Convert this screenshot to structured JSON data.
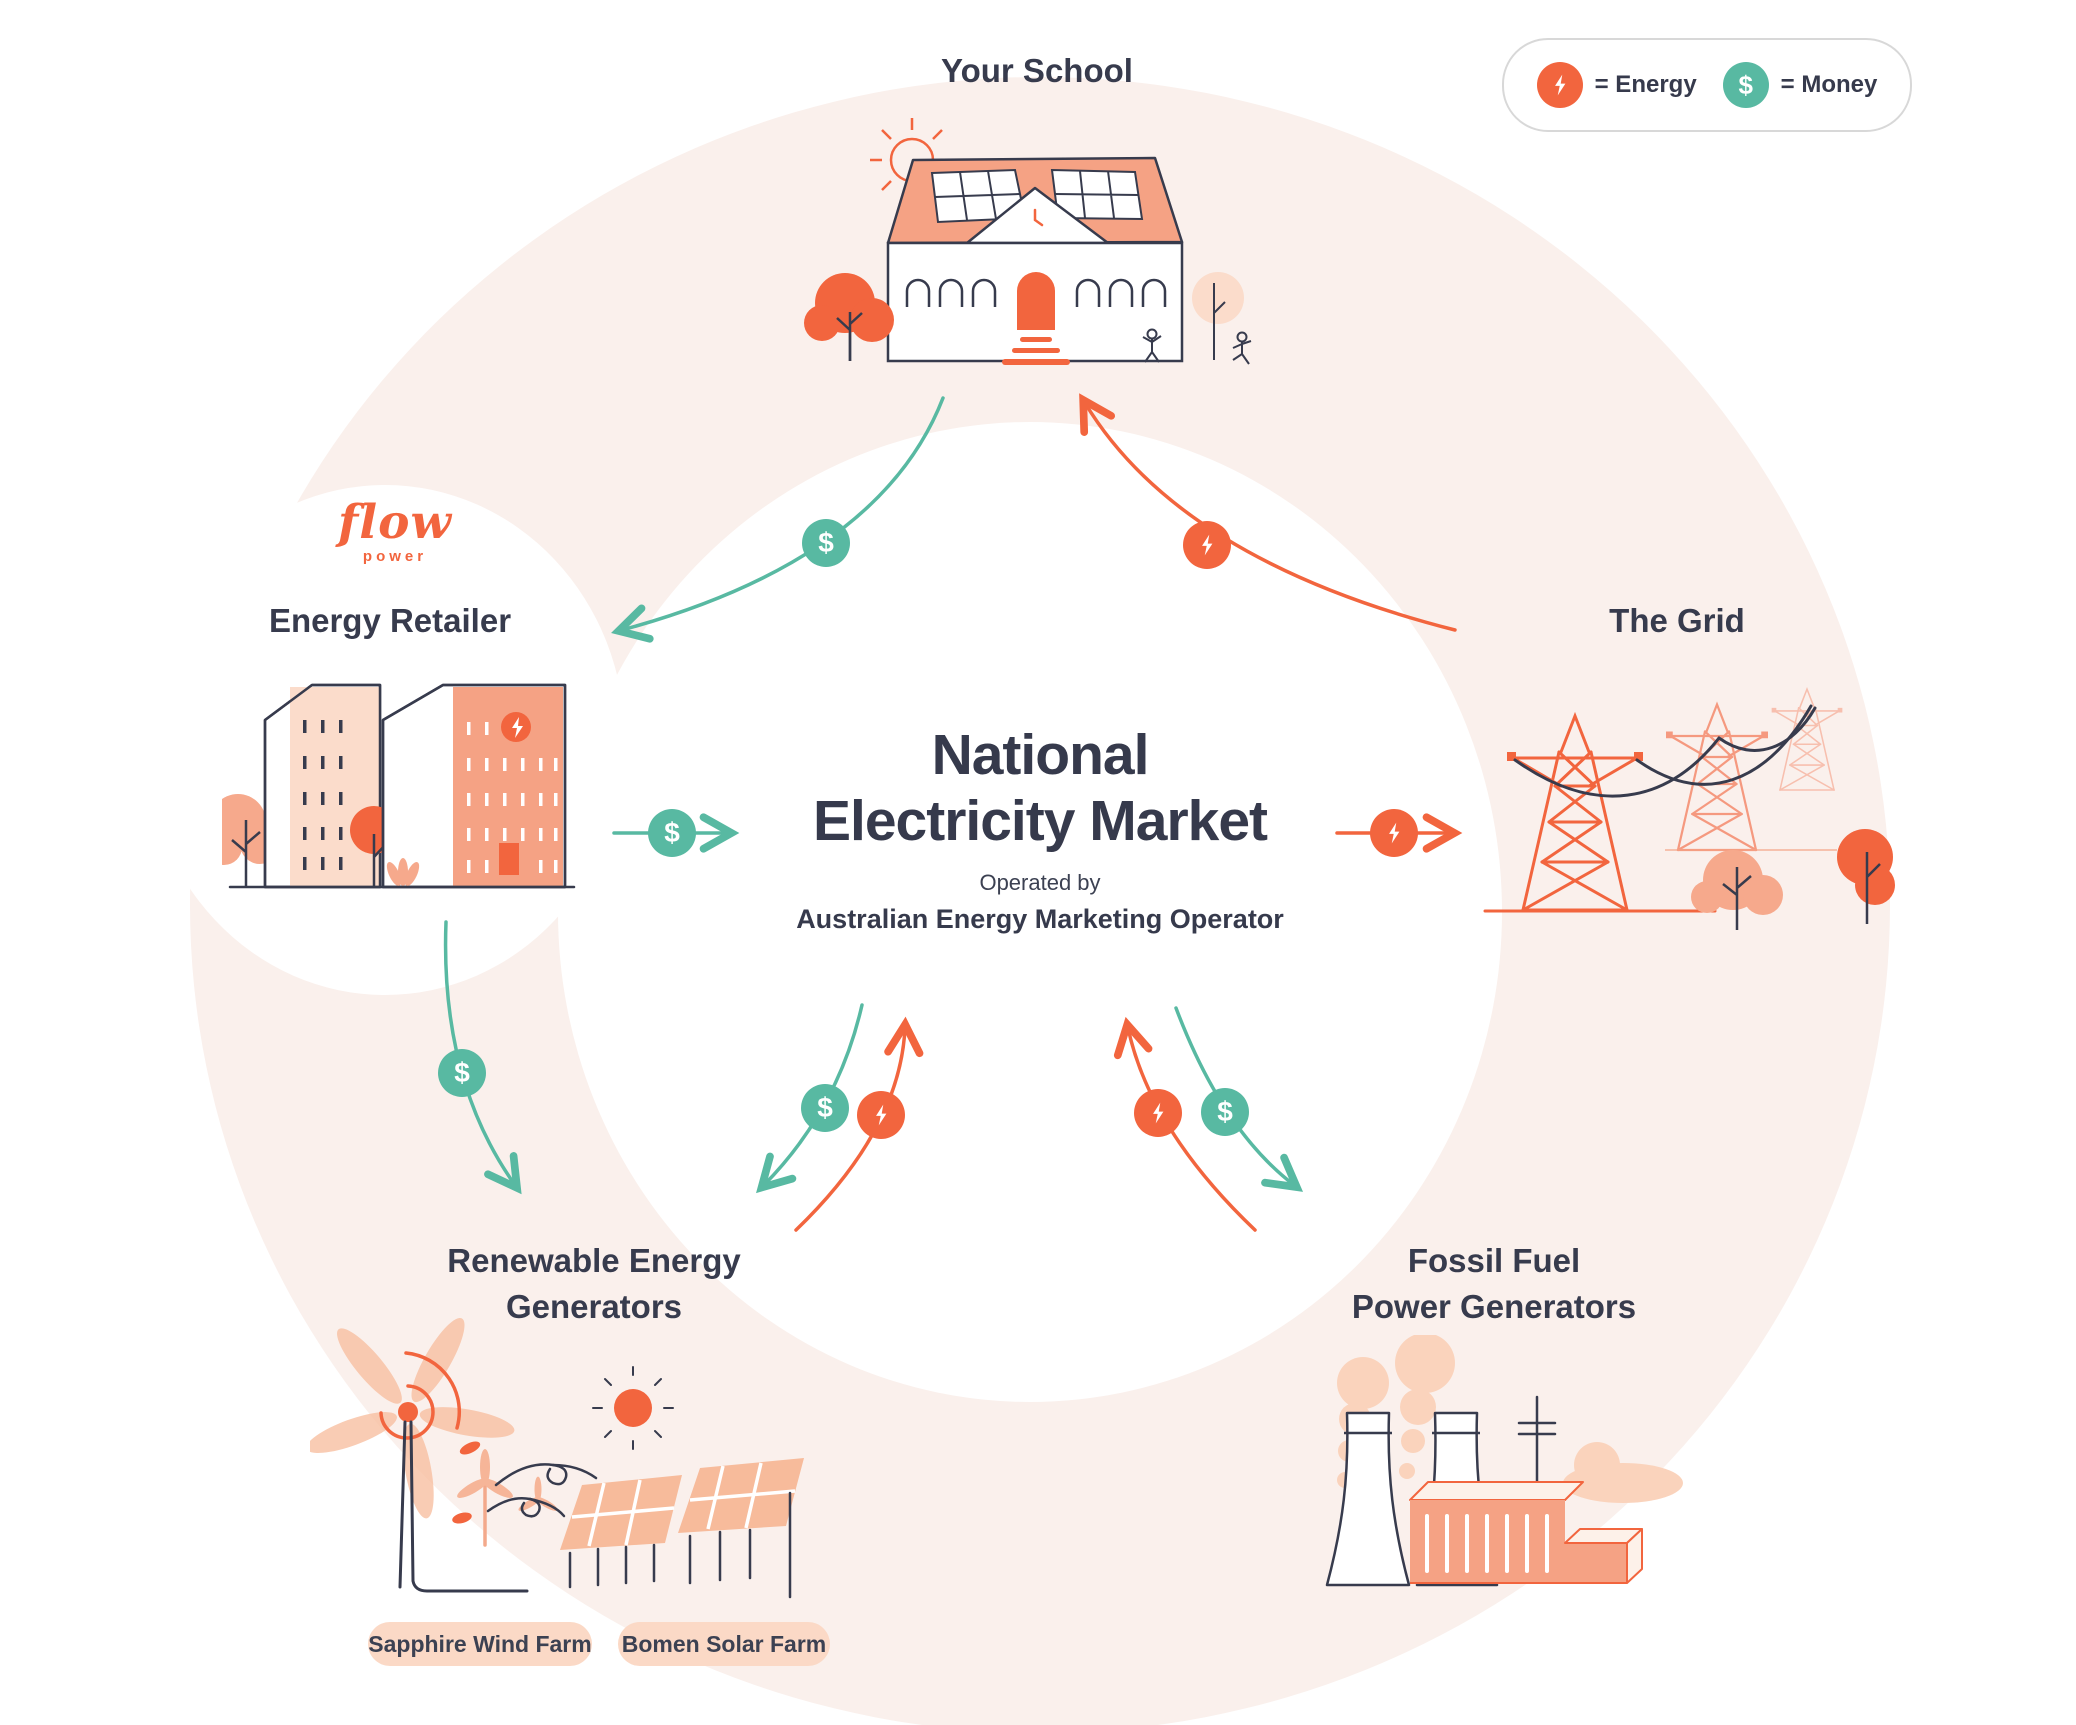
{
  "legend": {
    "energy_label": "= Energy",
    "money_label": "= Money"
  },
  "symbols": {
    "money": "$"
  },
  "center": {
    "title_line1": "National",
    "title_line2": "Electricity Market",
    "operated_by": "Operated by",
    "operator": "Australian Energy Marketing Operator"
  },
  "nodes": {
    "school": {
      "title": "Your School"
    },
    "retailer": {
      "title": "Energy Retailer",
      "logo": "flow",
      "logo_sub": "power"
    },
    "grid": {
      "title": "The Grid"
    },
    "renewables": {
      "title_line1": "Renewable Energy",
      "title_line2": "Generators",
      "farms": [
        "Sapphire Wind Farm",
        "Bomen Solar Farm"
      ]
    },
    "fossil": {
      "title_line1": "Fossil Fuel",
      "title_line2": "Power Generators"
    }
  },
  "colors": {
    "orange": "#f2653e",
    "teal": "#58b9a2",
    "salmon": "#f5a284",
    "peach": "#fbddcc",
    "light_salmon": "#f8c0a2",
    "ring": "#faf0ec",
    "dark": "#373b4d",
    "pill_bg": "#fbd9c6"
  }
}
